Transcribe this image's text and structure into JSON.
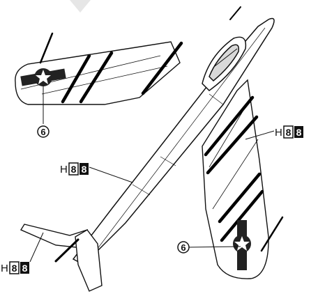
{
  "callouts": {
    "wing_left_number": "6",
    "wing_right_number": "6"
  },
  "codes": {
    "fuselage": {
      "prefix": "H",
      "digit_outline": "8",
      "digit_filled": "8"
    },
    "wing_right": {
      "prefix": "H",
      "digit_outline": "8",
      "digit_filled": "8"
    },
    "tail": {
      "prefix": "H",
      "digit_outline": "8",
      "digit_filled": "8"
    }
  },
  "colors": {
    "line": "#111111",
    "stripe": "#000000",
    "paper": "#ffffff",
    "roundel_blue": "#1a1a1a"
  }
}
